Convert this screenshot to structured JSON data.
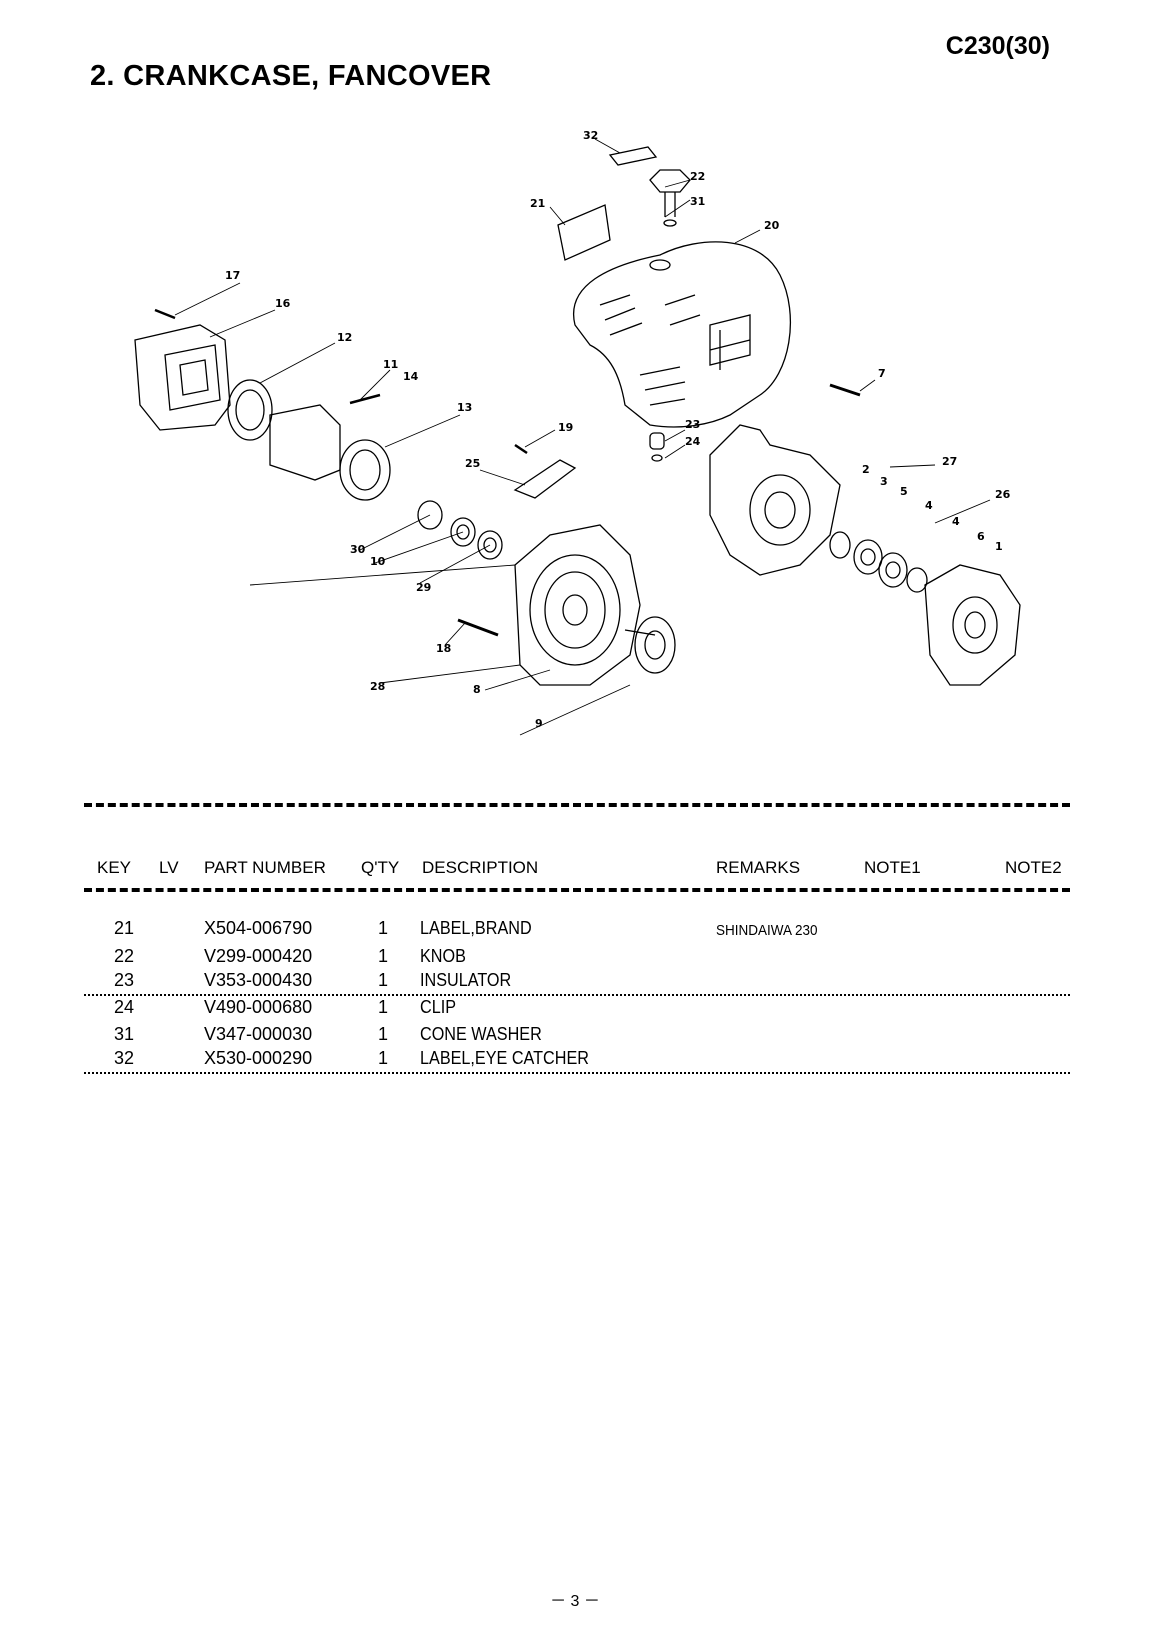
{
  "header": {
    "model": "C230(30)",
    "title": "2. CRANKCASE, FANCOVER"
  },
  "diagram": {
    "callouts": [
      "32",
      "22",
      "31",
      "21",
      "20",
      "17",
      "16",
      "12",
      "11",
      "14",
      "13",
      "19",
      "23",
      "24",
      "7",
      "25",
      "2",
      "27",
      "3",
      "5",
      "26",
      "4",
      "4",
      "6",
      "1",
      "30",
      "10",
      "29",
      "18",
      "28",
      "8",
      "9"
    ]
  },
  "table": {
    "columns": [
      "KEY",
      "LV",
      "PART NUMBER",
      "Q'TY",
      "DESCRIPTION",
      "REMARKS",
      "NOTE1",
      "NOTE2"
    ],
    "rows": [
      {
        "key": "21",
        "lv": "",
        "part": "X504-006790",
        "qty": "1",
        "desc": "LABEL,BRAND",
        "remarks": "SHINDAIWA 230"
      },
      {
        "key": "22",
        "lv": "",
        "part": "V299-000420",
        "qty": "1",
        "desc": "KNOB",
        "remarks": ""
      },
      {
        "key": "23",
        "lv": "",
        "part": "V353-000430",
        "qty": "1",
        "desc": "INSULATOR",
        "remarks": ""
      },
      {
        "key": "24",
        "lv": "",
        "part": "V490-000680",
        "qty": "1",
        "desc": "CLIP",
        "remarks": ""
      },
      {
        "key": "31",
        "lv": "",
        "part": "V347-000030",
        "qty": "1",
        "desc": "CONE WASHER",
        "remarks": ""
      },
      {
        "key": "32",
        "lv": "",
        "part": "X530-000290",
        "qty": "1",
        "desc": "LABEL,EYE CATCHER",
        "remarks": ""
      }
    ]
  },
  "footer": {
    "page": "－ 3 －"
  }
}
